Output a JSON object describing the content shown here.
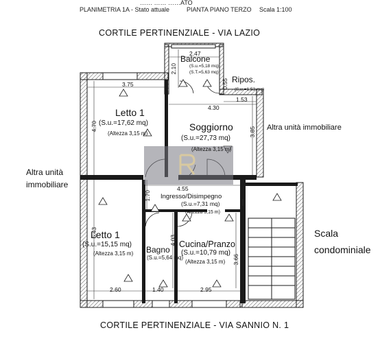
{
  "header": {
    "top_cut": "…… …… ……ATO",
    "planimetria": "PLANIMETRIA 1A - Stato attuale",
    "pianta": "PIANTA PIANO TERZO",
    "scala": "Scala 1:100"
  },
  "courtyards": {
    "top": "CORTILE PERTINENZIALE - VIA LAZIO",
    "bottom": "CORTILE PERTINENZIALE - VIA SANNIO N. 1"
  },
  "neighbors": {
    "left": "Altra unità immobiliare",
    "right": "Altra unità immobiliare",
    "stairs": "Scala condominiale"
  },
  "rooms": {
    "balcone": {
      "name": "Balcone",
      "su": "(S.u.=5,18 mq)",
      "st": "(S.T.=5,63 mq)"
    },
    "ripos": {
      "name": "Ripos.",
      "su": "(S.u.=1,53 mq)"
    },
    "letto1_top": {
      "name": "Letto 1",
      "su": "(S.u.=17,62 mq)",
      "alt": "(Altezza 3,15 m)"
    },
    "soggiorno": {
      "name": "Soggiorno",
      "su": "(S.u.=27,73 mq)",
      "alt": "(Altezza 3,15 m)"
    },
    "ingresso": {
      "name": "Ingresso/Disimpegno",
      "su": "(S.u.=7,31 mq)",
      "alt": "(Altezza 3,15 m)"
    },
    "letto1_bottom": {
      "name": "Letto 1",
      "su": "(S.u.=15,15 mq)",
      "alt": "(Altezza 3,15 m)"
    },
    "bagno": {
      "name": "Bagno",
      "su": "(S.u.=5,64 mq)"
    },
    "cucina": {
      "name": "Cucina/Pranzo",
      "su": "(S.u.=10,79 mq)",
      "alt": "(Altezza 3,15 m)"
    }
  },
  "dimensions": {
    "balcone_w": "2.47",
    "balcone_h": "2.10",
    "ripos_h": "0.55",
    "ripos_w": "1.53",
    "letto_top_w": "3.75",
    "letto_top_h": "4.70",
    "soggiorno_w": "4.30",
    "soggiorno_h": "3.85",
    "ingresso_w": "4.55",
    "ingresso_h": "1.70",
    "letto_bottom_h": "5.43",
    "cucina_h_left": "4.03",
    "cucina_h_right": "3.66",
    "bottom_1": "2.60",
    "bottom_2": "1.40",
    "bottom_3": "2.95"
  },
  "colors": {
    "wall": "#1a1a1a",
    "hatch": "#555555",
    "watermark": "#78787f"
  }
}
